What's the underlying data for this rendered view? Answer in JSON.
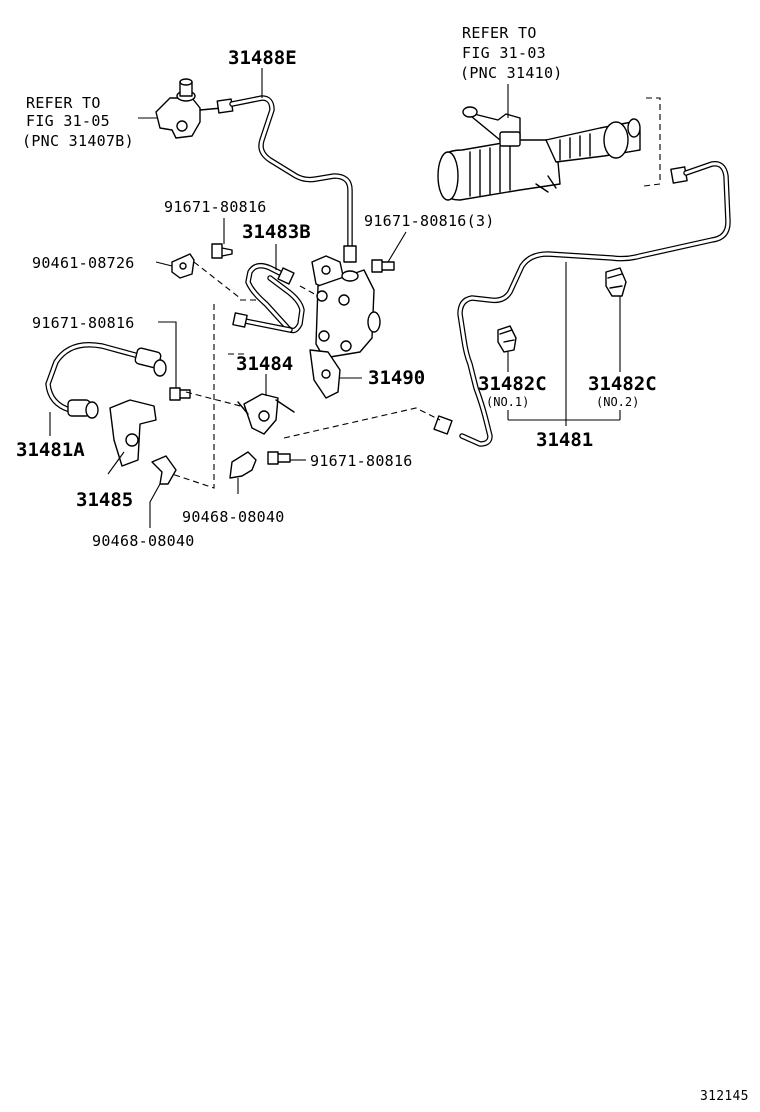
{
  "diagram_id": "312145",
  "refs": {
    "ref_left": {
      "line1": "REFER TO",
      "line2": "FIG 31-05",
      "line3": "(PNC 31407B)"
    },
    "ref_right": {
      "line1": "REFER TO",
      "line2": "FIG 31-03",
      "line3": "(PNC 31410)"
    }
  },
  "parts": {
    "p31488E": "31488E",
    "p31483B": "31483B",
    "p31484": "31484",
    "p31490": "31490",
    "p31481A": "31481A",
    "p31485": "31485",
    "p31482C_1": "31482C",
    "p31482C_1_sub": "(NO.1)",
    "p31482C_2": "31482C",
    "p31482C_2_sub": "(NO.2)",
    "p31481": "31481",
    "b91671_top": "91671-80816",
    "b91671_3": "91671-80816(3)",
    "b90461": "90461-08726",
    "b91671_left": "91671-80816",
    "b91671_bottom": "91671-80816",
    "c90468_right": "90468-08040",
    "c90468_left": "90468-08040"
  }
}
